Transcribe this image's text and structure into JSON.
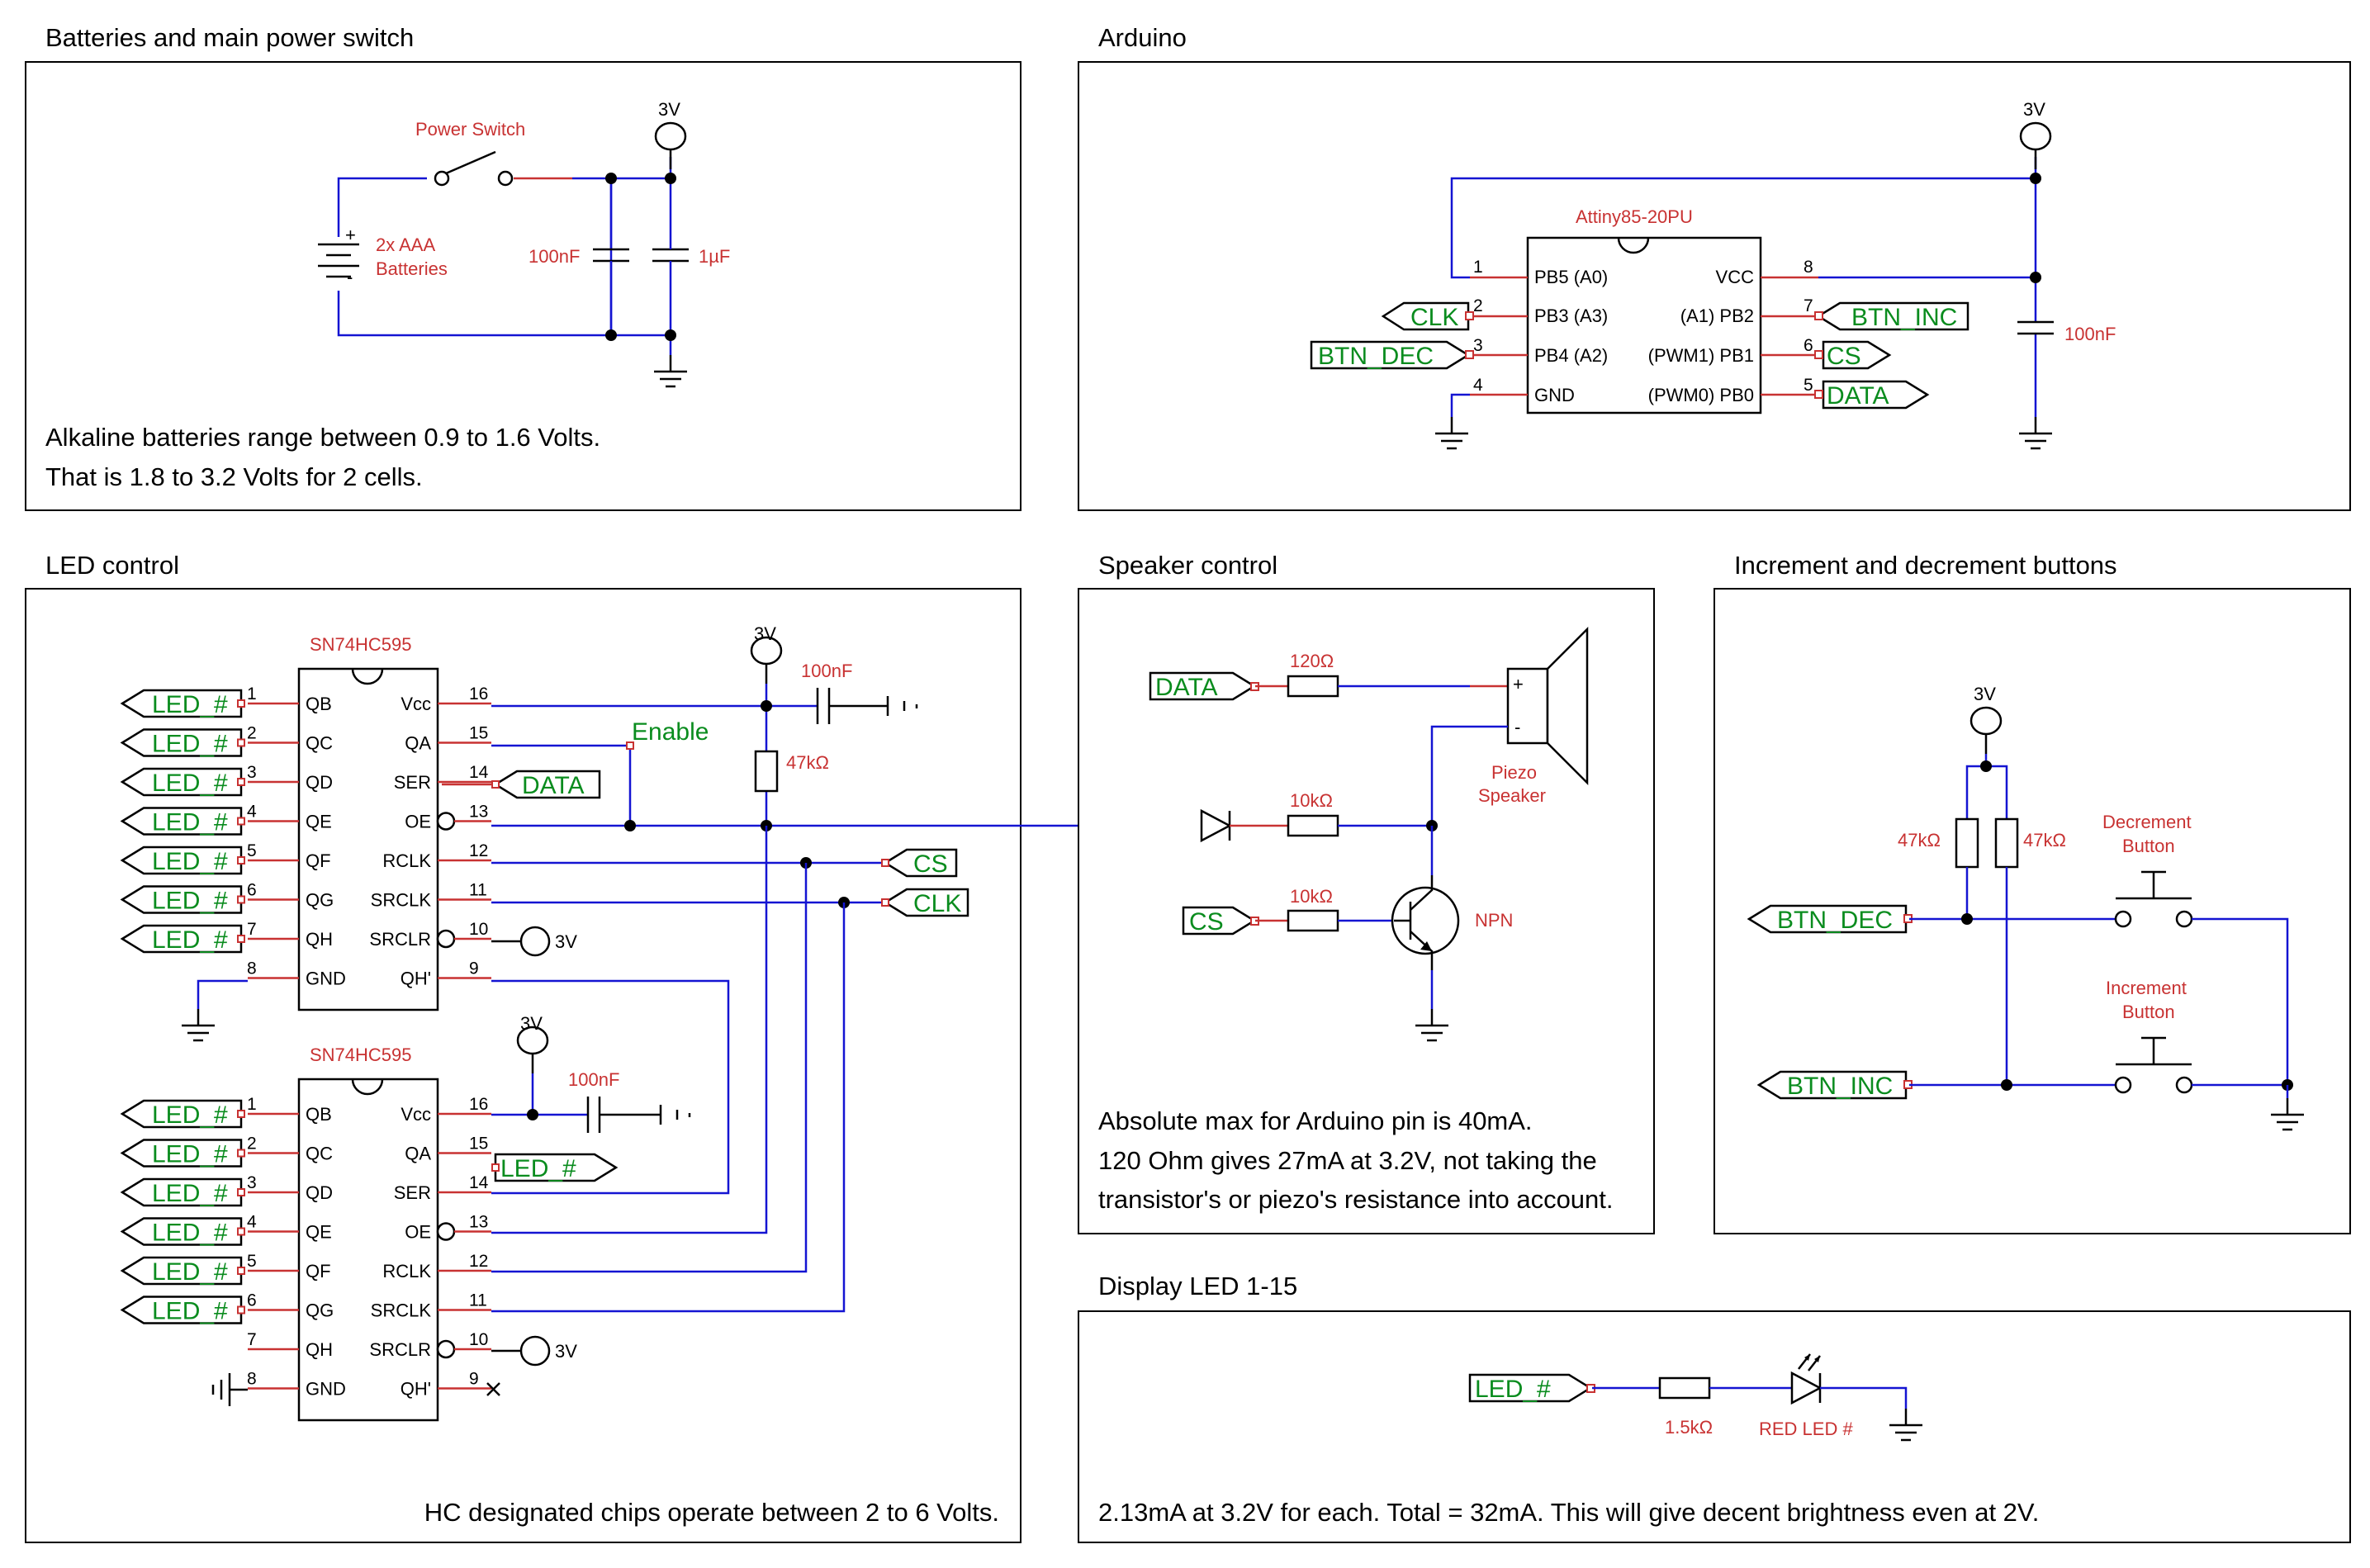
{
  "panels": {
    "batteries": {
      "title": "Batteries and main power switch",
      "note1": "Alkaline batteries range between 0.9 to 1.6 Volts.",
      "note2": "That is 1.8 to 3.2 Volts for 2 cells."
    },
    "arduino": {
      "title": "Arduino"
    },
    "led_control": {
      "title": "LED control",
      "note": "HC designated chips operate between 2 to 6 Volts."
    },
    "speaker": {
      "title": "Speaker control",
      "note1": "Absolute max for Arduino pin is 40mA.",
      "note2": "120 Ohm gives 27mA at 3.2V, not taking the",
      "note3": "transistor's or piezo's resistance into account."
    },
    "buttons": {
      "title": "Increment and decrement buttons"
    },
    "display": {
      "title": "Display LED 1-15",
      "note": "2.13mA at 3.2V for each. Total = 32mA. This will give decent brightness even at 2V."
    }
  },
  "battery": {
    "switch_label": "Power Switch",
    "battery_label1": "2x AAA",
    "battery_label2": "Batteries",
    "plus": "+",
    "minus": "-",
    "cap1": "100nF",
    "cap2": "1µF",
    "supply": "3V"
  },
  "attiny": {
    "name": "Attiny85-20PU",
    "supply": "3V",
    "cap": "100nF",
    "left_pins": [
      {
        "num": "1",
        "name": "PB5 (A0)"
      },
      {
        "num": "2",
        "name": "PB3 (A3)"
      },
      {
        "num": "3",
        "name": "PB4 (A2)"
      },
      {
        "num": "4",
        "name": "GND"
      }
    ],
    "right_pins": [
      {
        "num": "8",
        "name": "VCC"
      },
      {
        "num": "7",
        "name": "(A1) PB2"
      },
      {
        "num": "6",
        "name": "(PWM1) PB1"
      },
      {
        "num": "5",
        "name": "(PWM0) PB0"
      }
    ],
    "nets": {
      "clk": "CLK",
      "btn_dec": "BTN_DEC",
      "btn_inc": "BTN_INC",
      "cs": "CS",
      "data": "DATA"
    }
  },
  "shift_register": {
    "name": "SN74HC595",
    "left_pins": [
      {
        "num": "1",
        "name": "QB"
      },
      {
        "num": "2",
        "name": "QC"
      },
      {
        "num": "3",
        "name": "QD"
      },
      {
        "num": "4",
        "name": "QE"
      },
      {
        "num": "5",
        "name": "QF"
      },
      {
        "num": "6",
        "name": "QG"
      },
      {
        "num": "7",
        "name": "QH"
      },
      {
        "num": "8",
        "name": "GND"
      }
    ],
    "right_pins": [
      {
        "num": "16",
        "name": "Vcc"
      },
      {
        "num": "15",
        "name": "QA"
      },
      {
        "num": "14",
        "name": "SER"
      },
      {
        "num": "13",
        "name": "OE"
      },
      {
        "num": "12",
        "name": "RCLK"
      },
      {
        "num": "11",
        "name": "SRCLK"
      },
      {
        "num": "10",
        "name": "SRCLR"
      },
      {
        "num": "9",
        "name": "QH'"
      }
    ],
    "led_net": "LED_#",
    "supply": "3V",
    "cap": "100nF",
    "resistor": "47kΩ",
    "enable": "Enable",
    "data_net": "DATA",
    "cs_net": "CS",
    "clk_net": "CLK"
  },
  "speaker": {
    "data_net": "DATA",
    "cs_net": "CS",
    "r1": "120Ω",
    "r2": "10kΩ",
    "r3": "10kΩ",
    "piezo1": "Piezo",
    "piezo2": "Speaker",
    "npn": "NPN",
    "plus": "+",
    "minus": "-"
  },
  "buttons": {
    "supply": "3V",
    "r1": "47kΩ",
    "r2": "47kΩ",
    "dec1": "Decrement",
    "dec2": "Button",
    "inc1": "Increment",
    "inc2": "Button",
    "btn_dec": "BTN_DEC",
    "btn_inc": "BTN_INC"
  },
  "display": {
    "led_net": "LED_#",
    "resistor": "1.5kΩ",
    "led": "RED LED #"
  }
}
